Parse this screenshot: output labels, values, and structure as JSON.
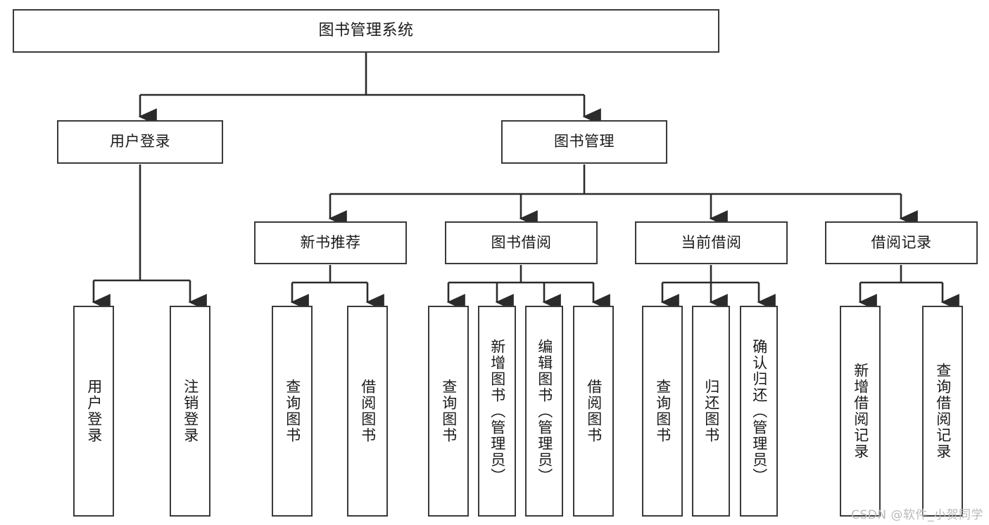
{
  "diagram": {
    "type": "tree-hierarchy",
    "root": {
      "label": "图书管理系统"
    },
    "level2": [
      {
        "label": "用户登录"
      },
      {
        "label": "图书管理"
      }
    ],
    "level3": [
      {
        "label": "新书推荐"
      },
      {
        "label": "图书借阅"
      },
      {
        "label": "当前借阅"
      },
      {
        "label": "借阅记录"
      }
    ],
    "leaves": {
      "user_login": [
        {
          "label": "用户登录"
        },
        {
          "label": "注销登录"
        }
      ],
      "new_book_recommend": [
        {
          "label": "查询图书"
        },
        {
          "label": "借阅图书"
        }
      ],
      "book_borrow": [
        {
          "label": "查询图书"
        },
        {
          "label": "新增图书（管理员）"
        },
        {
          "label": "编辑图书（管理员）"
        },
        {
          "label": "借阅图书"
        }
      ],
      "current_borrow": [
        {
          "label": "查询图书"
        },
        {
          "label": "归还图书"
        },
        {
          "label": "确认归还（管理员）"
        }
      ],
      "borrow_record": [
        {
          "label": "新增借阅记录"
        },
        {
          "label": "查询借阅记录"
        }
      ]
    },
    "watermark": "CSDN @软件_小贺同学",
    "colors": {
      "border": "#3a3a3a",
      "background": "#ffffff",
      "text": "#1a1a1a",
      "wire": "#2b2b2b",
      "watermark": "#b9b9b9"
    }
  }
}
